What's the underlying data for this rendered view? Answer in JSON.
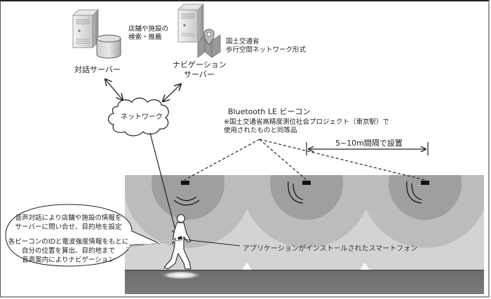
{
  "dialog_server": {
    "label": "対話サーバー",
    "db_note_line1": "店舗や施設の",
    "db_note_line2": "検索・推薦"
  },
  "navigation_server": {
    "label_line1": "ナビゲーション",
    "label_line2": "サーバー",
    "note_line1": "国土交通省",
    "note_line2": "歩行空間ネットワーク形式"
  },
  "network": {
    "label": "ネットワーク"
  },
  "beacon": {
    "title": "Bluetooth LE ビーコン",
    "note_line1": "※国土交通省高精度測位社会プロジェクト（東京駅）で",
    "note_line2": "使用されたものと同等品",
    "spacing_label": "5~10m間隔で設置"
  },
  "speech_bubble": {
    "line1": "音声対話により店舗や施設の情報を",
    "line2": "サーバーに問い合せ、目的地を設定",
    "line3": "各ビーコンのIDと電波強度情報をもとに",
    "line4": "自分の位置を算出、目的地まで",
    "line5": "音声案内によりナビゲーション"
  },
  "smartphone": {
    "label": "アプリケーションがインストールされたスマートフォン"
  }
}
